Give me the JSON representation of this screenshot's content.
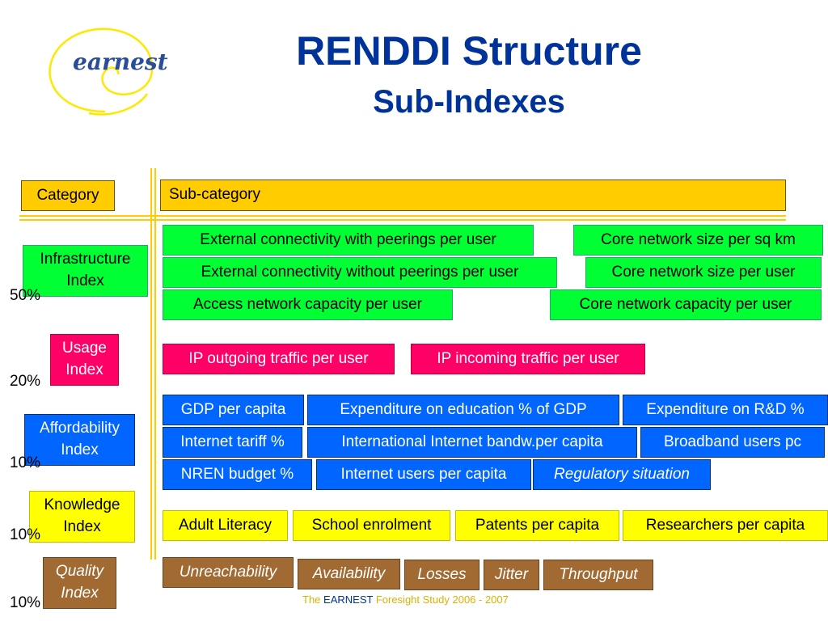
{
  "colors": {
    "title": "#003399",
    "infra": "#00ff33",
    "usage": "#ff0066",
    "afford": "#0066ff",
    "know": "#ffff00",
    "quality": "#a06a32",
    "header": "#ffcc00"
  },
  "logo": {
    "text": "earnest"
  },
  "title": "RENDDI Structure",
  "subtitle": "Sub-Indexes",
  "header": {
    "category": "Category",
    "subcategory": "Sub-category"
  },
  "categories": {
    "infrastructure": {
      "label_line1": "Infrastructure",
      "label_line2": "Index",
      "weight": "50%"
    },
    "usage": {
      "label_line1": "Usage",
      "label_line2": "Index",
      "weight": "20%"
    },
    "affordability": {
      "label_line1": "Affordability",
      "label_line2": "Index",
      "weight": "10%"
    },
    "knowledge": {
      "label_line1": "Knowledge",
      "label_line2": "Index",
      "weight": "10%"
    },
    "quality": {
      "label_line1": "Quality",
      "label_line2": "Index",
      "weight": "10%"
    }
  },
  "subs": {
    "infra": [
      "External connectivity with peerings per user",
      "Core network size per sq km",
      "External connectivity without peerings per user",
      "Core network size per user",
      "Access network capacity per user",
      "Core network capacity per user"
    ],
    "usage": [
      "IP outgoing traffic per user",
      "IP incoming traffic per user"
    ],
    "afford": [
      "GDP per capita",
      "Expenditure on education % of GDP",
      "Expenditure on R&D %",
      "Internet tariff %",
      "International Internet bandw.per capita",
      "Broadband users pc",
      "NREN budget %",
      "Internet users per capita",
      "Regulatory situation"
    ],
    "know": [
      "Adult Literacy",
      "School enrolment",
      "Patents per capita",
      "Researchers per capita"
    ],
    "quality": [
      "Unreachability",
      "Availability",
      "Losses",
      "Jitter",
      "Throughput"
    ]
  },
  "footer": {
    "pre": "The",
    "brand": "EARNEST",
    "post": "Foresight Study 2006 - 2007"
  }
}
